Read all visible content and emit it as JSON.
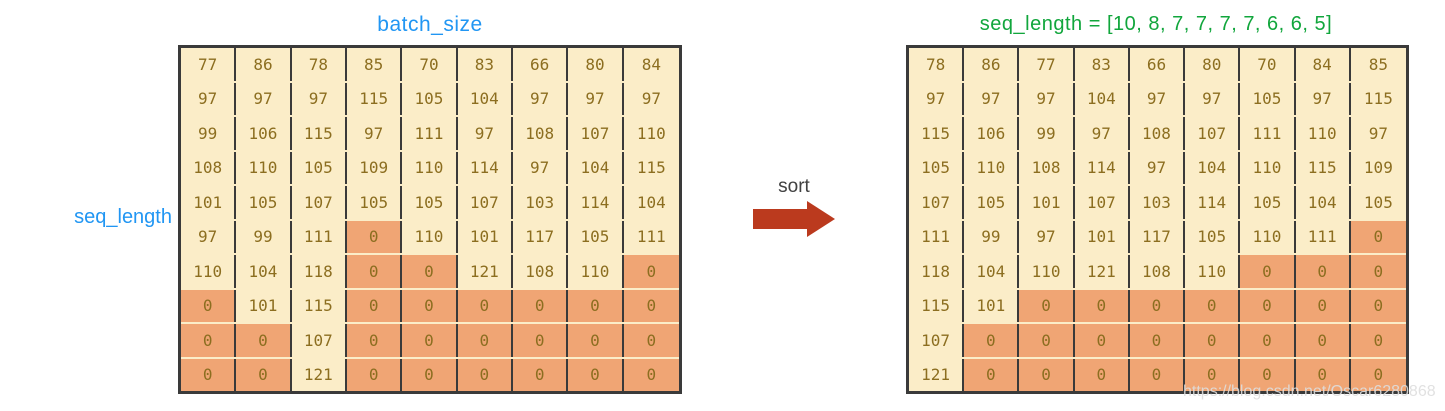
{
  "labels": {
    "batch_size": "batch_size",
    "seq_length": "seq_length",
    "sort": "sort",
    "sorted_title": "seq_length = [10, 8, 7, 7, 7, 7, 6, 6, 5]",
    "watermark": "https://blog.csdn.net/Oscar6280868"
  },
  "colors": {
    "label_blue": "#2196F3",
    "title_green": "#11A63C",
    "arrow_red": "#BB3A1E",
    "cell_cream": "#FBEDC8",
    "cell_zero_orange": "#F0A574",
    "grid_line": "#3A3A3A",
    "number_text": "#8C6E20",
    "sort_text": "#414141",
    "watermark_gray": "#DEDEDE"
  },
  "left_matrix": {
    "rows": [
      [
        77,
        86,
        78,
        85,
        70,
        83,
        66,
        80,
        84
      ],
      [
        97,
        97,
        97,
        115,
        105,
        104,
        97,
        97,
        97
      ],
      [
        99,
        106,
        115,
        97,
        111,
        97,
        108,
        107,
        110
      ],
      [
        108,
        110,
        105,
        109,
        110,
        114,
        97,
        104,
        115
      ],
      [
        101,
        105,
        107,
        105,
        105,
        107,
        103,
        114,
        104
      ],
      [
        97,
        99,
        111,
        0,
        110,
        101,
        117,
        105,
        111
      ],
      [
        110,
        104,
        118,
        0,
        0,
        121,
        108,
        110,
        0
      ],
      [
        0,
        101,
        115,
        0,
        0,
        0,
        0,
        0,
        0
      ],
      [
        0,
        0,
        107,
        0,
        0,
        0,
        0,
        0,
        0
      ],
      [
        0,
        0,
        121,
        0,
        0,
        0,
        0,
        0,
        0
      ]
    ]
  },
  "right_matrix": {
    "rows": [
      [
        78,
        86,
        77,
        83,
        66,
        80,
        70,
        84,
        85
      ],
      [
        97,
        97,
        97,
        104,
        97,
        97,
        105,
        97,
        115
      ],
      [
        115,
        106,
        99,
        97,
        108,
        107,
        111,
        110,
        97
      ],
      [
        105,
        110,
        108,
        114,
        97,
        104,
        110,
        115,
        109
      ],
      [
        107,
        105,
        101,
        107,
        103,
        114,
        105,
        104,
        105
      ],
      [
        111,
        99,
        97,
        101,
        117,
        105,
        110,
        111,
        0
      ],
      [
        118,
        104,
        110,
        121,
        108,
        110,
        0,
        0,
        0
      ],
      [
        115,
        101,
        0,
        0,
        0,
        0,
        0,
        0,
        0
      ],
      [
        107,
        0,
        0,
        0,
        0,
        0,
        0,
        0,
        0
      ],
      [
        121,
        0,
        0,
        0,
        0,
        0,
        0,
        0,
        0
      ]
    ]
  }
}
